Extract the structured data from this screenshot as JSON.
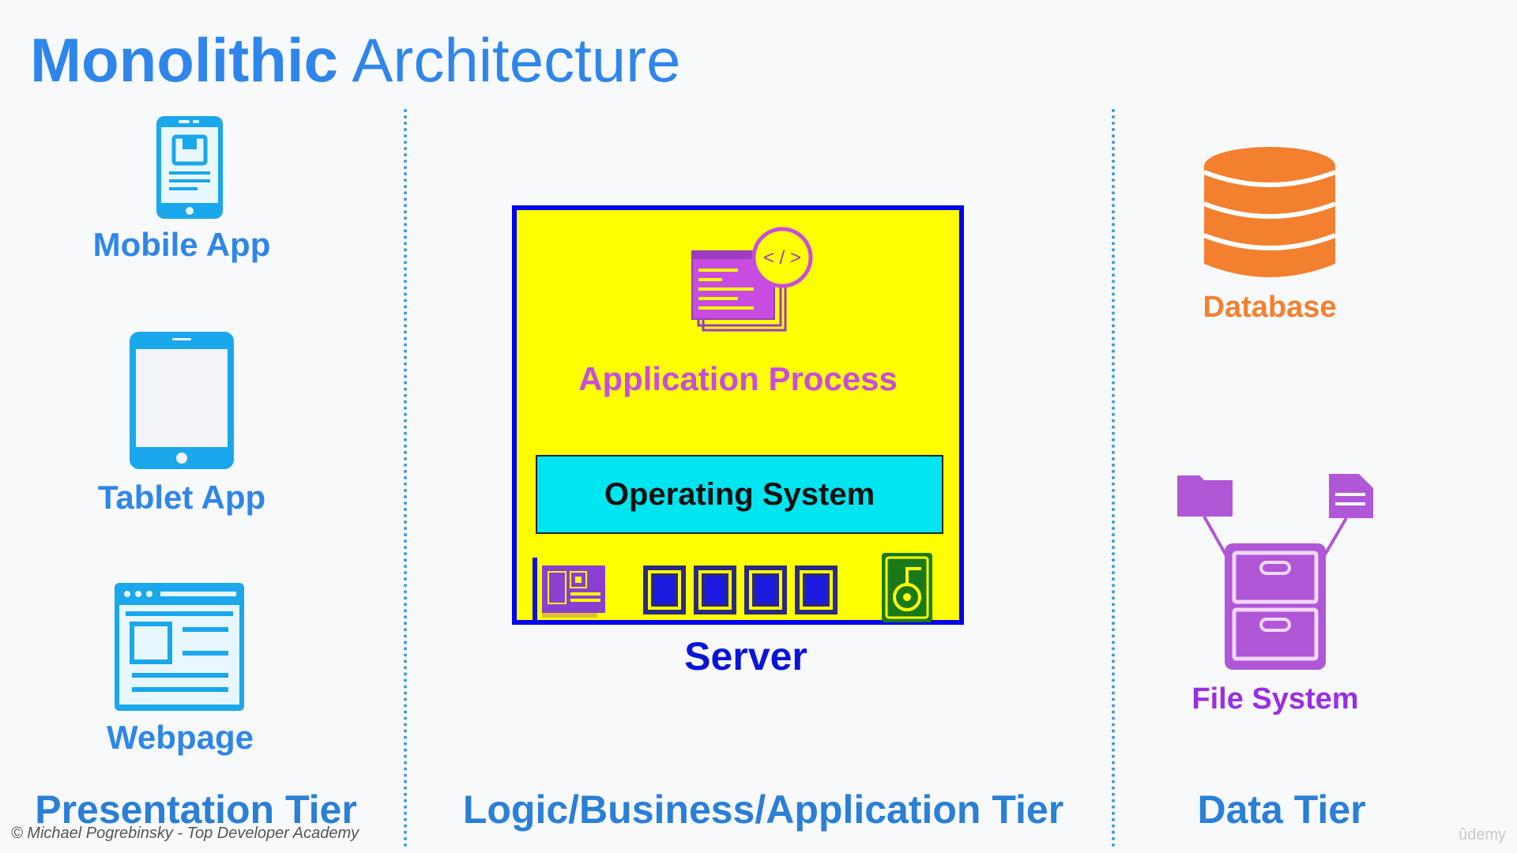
{
  "title": {
    "bold": "Monolithic",
    "rest": "Architecture"
  },
  "presentation": {
    "items": [
      {
        "label": "Mobile App",
        "icon": "mobile-phone-icon"
      },
      {
        "label": "Tablet App",
        "icon": "tablet-icon"
      },
      {
        "label": "Webpage",
        "icon": "webpage-icon"
      }
    ],
    "tier_label": "Presentation Tier"
  },
  "logic": {
    "app_process": "Application Process",
    "app_icon": "code-document-icon",
    "os": "Operating System",
    "server": "Server",
    "hardware_icons": [
      "network-card-icon",
      "memory-chip-icon",
      "hard-drive-icon"
    ],
    "tier_label": "Logic/Business/Application Tier"
  },
  "data": {
    "database": "Database",
    "database_icon": "database-icon",
    "file_system": "File System",
    "file_system_icon": "file-cabinet-icon",
    "tier_label": "Data Tier"
  },
  "colors": {
    "title": "#2f86ea",
    "device": "#1aa7ec",
    "server_bg": "#ffff00",
    "server_border": "#0000ee",
    "os_bg": "#00e5f0",
    "app_purple": "#c84ce0",
    "database": "#f3802f",
    "file_system": "#b057d8"
  },
  "footer": {
    "copyright": "© Michael Pogrebinsky - Top Developer Academy",
    "watermark": "ûdemy"
  }
}
